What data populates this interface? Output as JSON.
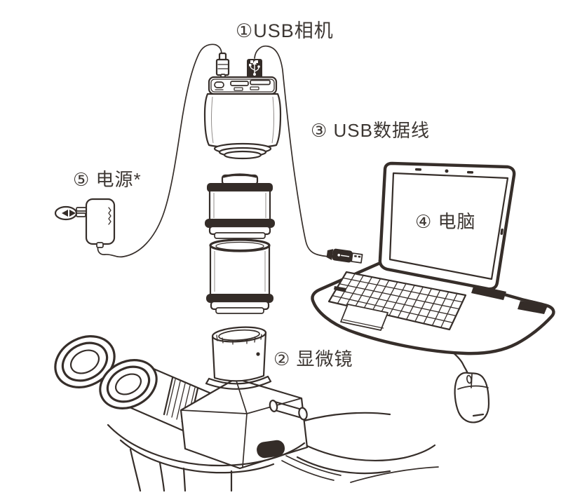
{
  "colors": {
    "background": "#ffffff",
    "line": "#362e2a",
    "dark_fill": "#342c28",
    "text": "#3d3733"
  },
  "labels": {
    "usb_camera": "①USB相机",
    "usb_cable": "③ USB数据线",
    "computer": "④ 电脑",
    "microscope": "② 显微镜",
    "power": "⑤ 电源*"
  }
}
